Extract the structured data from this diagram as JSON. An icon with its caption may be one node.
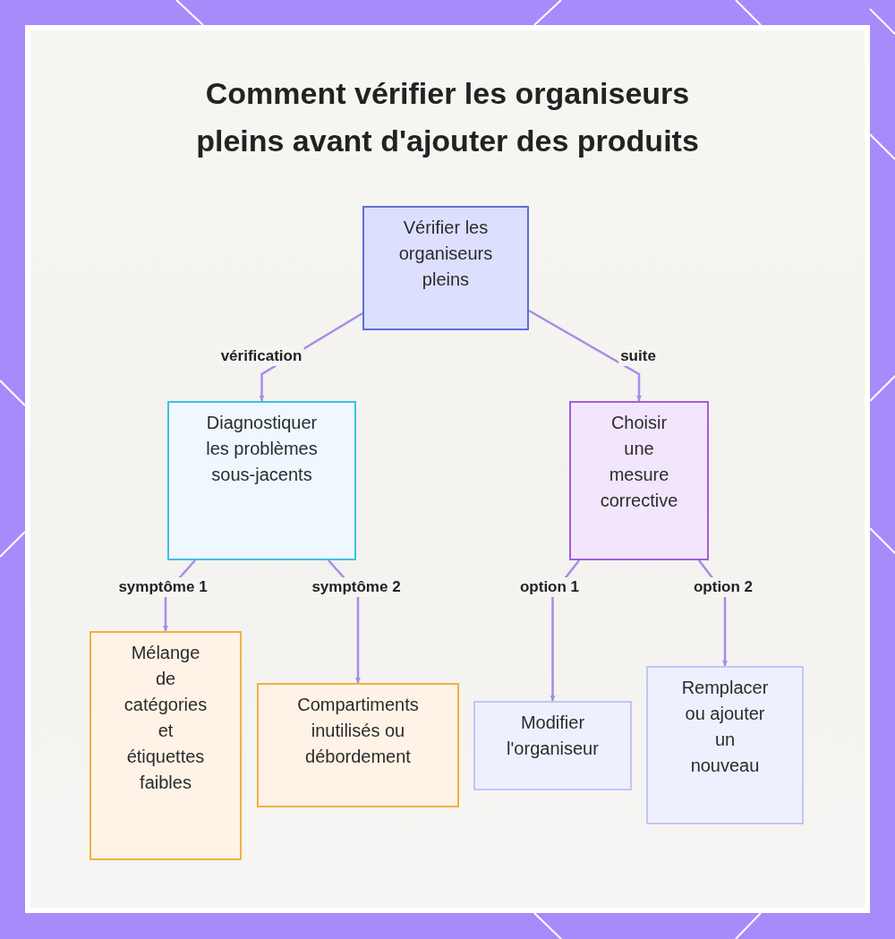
{
  "diagram": {
    "title": "Comment vérifier les organiseurs pleins avant d'ajouter des produits",
    "nodes": [
      {
        "text": [
          "Vérifier les organiseurs pleins"
        ]
      },
      {
        "text": [
          "Diagnostiquer les problèmes sous-jacents"
        ]
      },
      {
        "text": [
          "Choisir une mesure corrective"
        ]
      },
      {
        "text": [
          "Mélange de catégories et étiquettes faibles"
        ]
      },
      {
        "text": [
          "Compartiments inutilisés ou débordement"
        ]
      },
      {
        "text": [
          "Modifier l'organiseur"
        ]
      },
      {
        "text": [
          "Remplacer ou ajouter un nouveau"
        ]
      }
    ],
    "edges": [
      {
        "from": 0,
        "to": 1,
        "arrow": "to",
        "label": "vérification"
      },
      {
        "from": 0,
        "to": 2,
        "arrow": "to",
        "label": "suite"
      },
      {
        "from": 1,
        "to": 3,
        "arrow": "to",
        "label": "symptôme 1"
      },
      {
        "from": 1,
        "to": 4,
        "arrow": "to",
        "label": "symptôme 2"
      },
      {
        "from": 2,
        "to": 5,
        "arrow": "to",
        "label": "option 1"
      },
      {
        "from": 2,
        "to": 6,
        "arrow": "to",
        "label": "option 2"
      }
    ]
  }
}
